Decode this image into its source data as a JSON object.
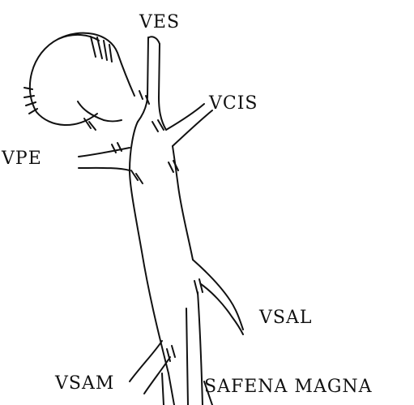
{
  "labels": {
    "ves": "VES",
    "vcis": "VCIS",
    "vpe": "VPE",
    "vsal": "VSAL",
    "vsam": "VSAM",
    "safena_magna": "SAFENA MAGNA"
  },
  "colors": {
    "ink": "#111111",
    "background": "#ffffff"
  }
}
